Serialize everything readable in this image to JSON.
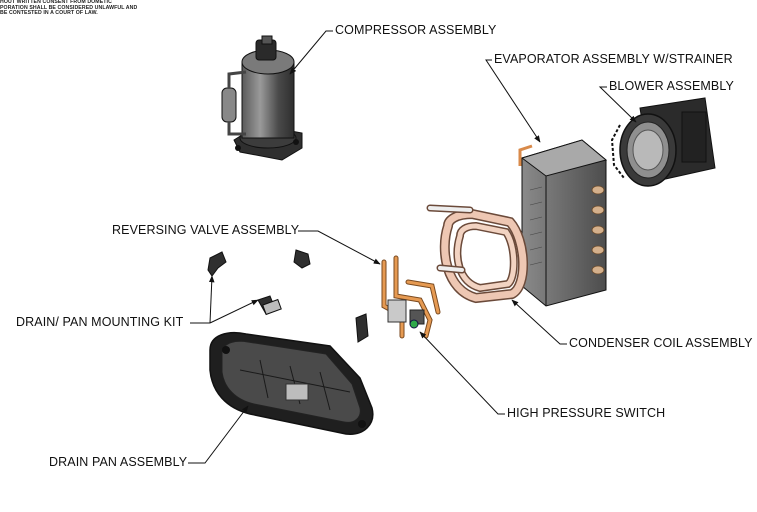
{
  "notice_lines": [
    "HOUT WRITTEN CONSENT FROM DOMETIC",
    "PORATION SHALL BE CONSIDERED UNLAWFUL AND",
    " BE CONTESTED IN A COURT OF LAW."
  ],
  "labels": {
    "compressor": "COMPRESSOR ASSEMBLY",
    "evaporator": "EVAPORATOR ASSEMBLY W/STRAINER",
    "blower": "BLOWER ASSEMBLY",
    "reversing_valve": "REVERSING VALVE ASSEMBLY",
    "drain_kit": "DRAIN/ PAN MOUNTING KIT",
    "condenser": "CONDENSER COIL ASSEMBLY",
    "pressure_switch": "HIGH PRESSURE SWITCH",
    "drain_pan": "DRAIN PAN ASSEMBLY"
  },
  "colors": {
    "line": "#111111",
    "metal_dark": "#3a3a3a",
    "metal_mid": "#6d6d6d",
    "copper": "#d98a4a",
    "copper_light": "#eec7b3",
    "plastic": "#2a2a2a"
  }
}
